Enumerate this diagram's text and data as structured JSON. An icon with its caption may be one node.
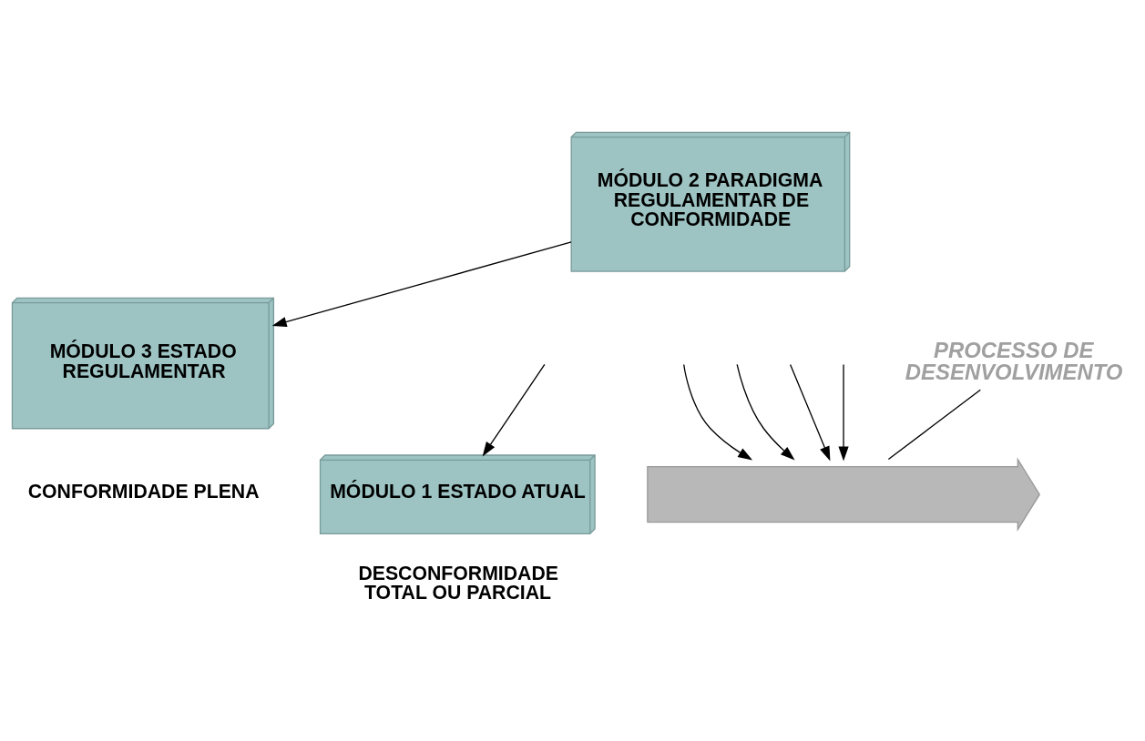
{
  "diagram": {
    "nodes": [
      {
        "text": [
          "MÓDULO 2 PARADIGMA REGULAMENTAR DE CONFORMIDADE"
        ]
      },
      {
        "text": [
          "MÓDULO 3 ESTADO REGULAMENTAR"
        ],
        "beside": [
          "CONFORMIDADE PLENA"
        ]
      },
      {
        "text": [
          "MÓDULO 1 ESTADO ATUAL"
        ],
        "beside": [
          "DESCONFORMIDADE TOTAL OU PARCIAL"
        ]
      },
      {
        "text": [],
        "shape": "arrow"
      },
      {
        "text": [
          "PROCESSO DE DESENVOLVIMENTO"
        ]
      }
    ],
    "edges": [
      {
        "from": 0,
        "to": 1,
        "arrow": "to"
      },
      {
        "from": null,
        "to": 2,
        "arrow": "to"
      },
      {
        "from": null,
        "to": 3,
        "arrow": "to"
      },
      {
        "from": null,
        "to": 3,
        "arrow": "to"
      },
      {
        "from": null,
        "to": 3,
        "arrow": "to"
      },
      {
        "from": null,
        "to": 3,
        "arrow": "to"
      },
      {
        "from": 4,
        "to": 3,
        "arrow": "none"
      }
    ]
  }
}
